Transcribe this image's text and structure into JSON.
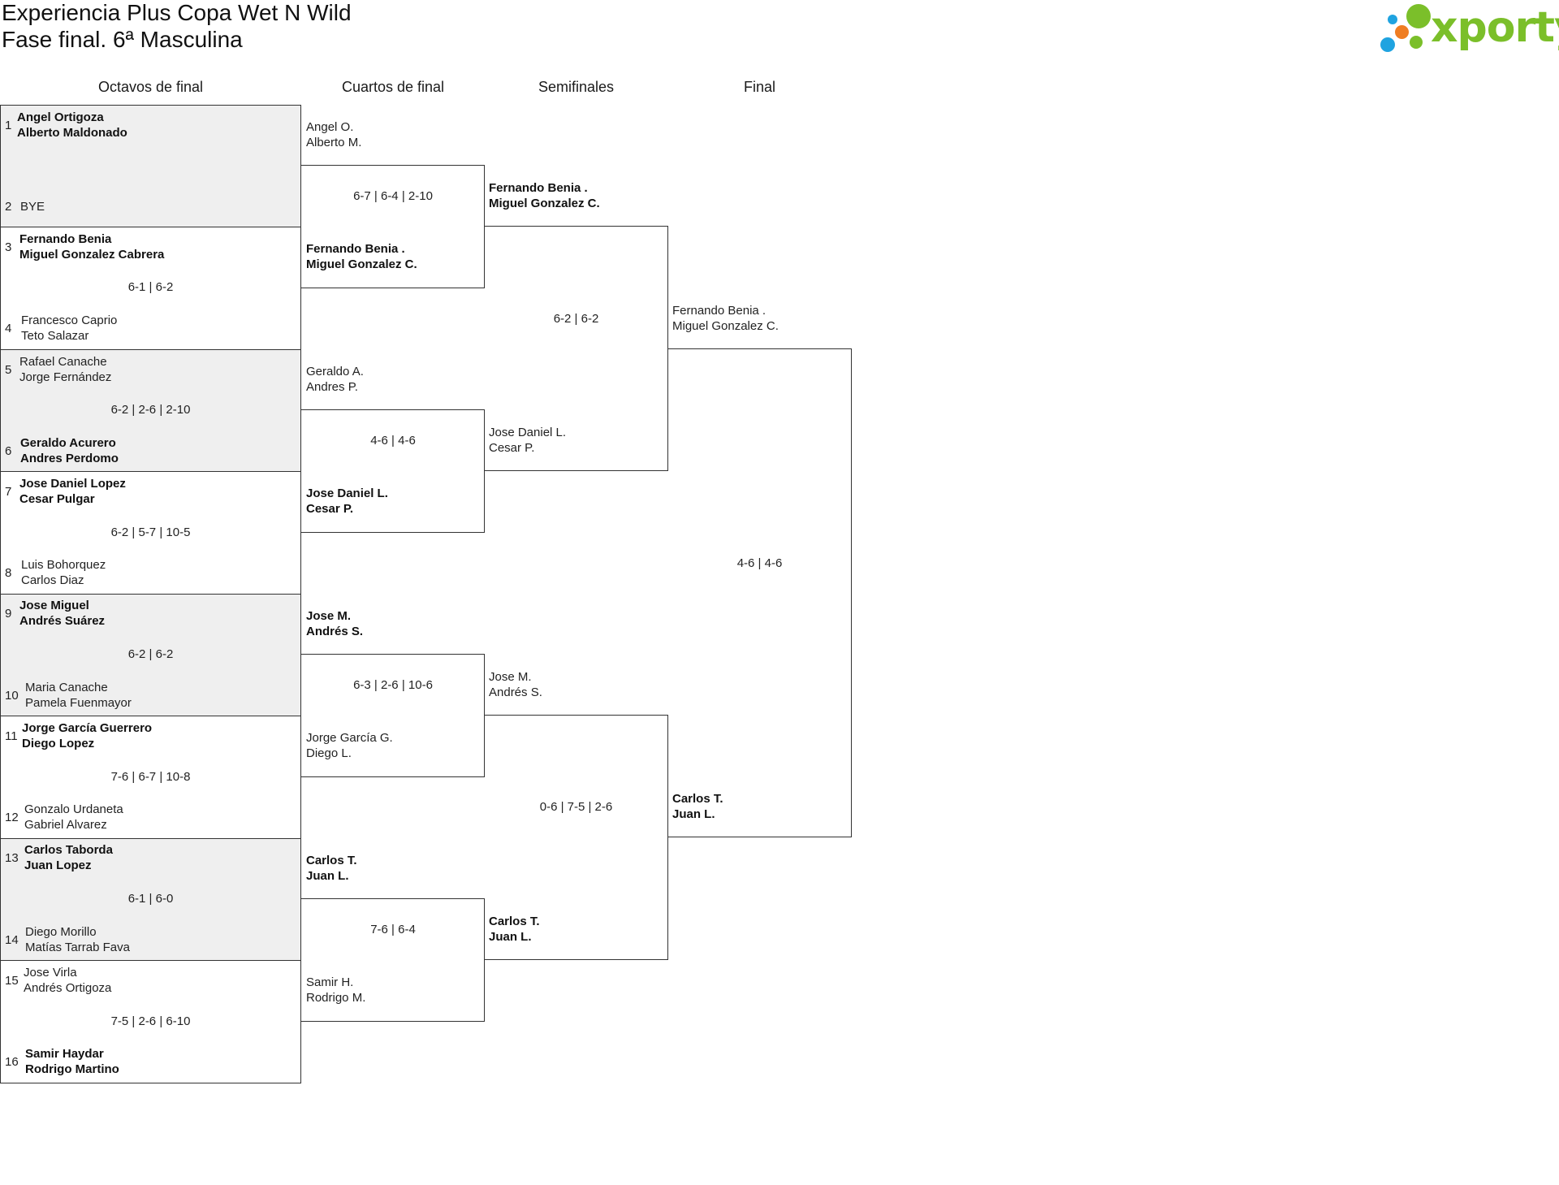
{
  "header": {
    "title_line1": "Experiencia Plus Copa Wet N Wild",
    "title_line2": "Fase final. 6ª Masculina",
    "logo_text": "xporty",
    "logo_colors": {
      "green": "#7bbf2a",
      "blue": "#1fa3e0",
      "orange": "#ef7d22"
    }
  },
  "rounds": {
    "r16": "Octavos de final",
    "qf": "Cuartos de final",
    "sf": "Semifinales",
    "final": "Final"
  },
  "r16": {
    "m1": {
      "seed_a": "1",
      "a1": "Angel Ortigoza",
      "a2": "Alberto Maldonado",
      "seed_b": "2",
      "b1": "BYE"
    },
    "m2": {
      "seed_a": "3",
      "a1": "Fernando Benia",
      "a2": "Miguel Gonzalez Cabrera",
      "score": "6-1 | 6-2",
      "seed_b": "4",
      "b1": "Francesco Caprio",
      "b2": "Teto Salazar"
    },
    "m3": {
      "seed_a": "5",
      "a1": "Rafael Canache",
      "a2": "Jorge Fernández",
      "score": "6-2 | 2-6 | 2-10",
      "seed_b": "6",
      "b1": "Geraldo Acurero",
      "b2": "Andres Perdomo"
    },
    "m4": {
      "seed_a": "7",
      "a1": "Jose Daniel Lopez",
      "a2": "Cesar Pulgar",
      "score": "6-2 | 5-7 | 10-5",
      "seed_b": "8",
      "b1": "Luis Bohorquez",
      "b2": "Carlos Diaz"
    },
    "m5": {
      "seed_a": "9",
      "a1": "Jose Miguel",
      "a2": "Andrés Suárez",
      "score": "6-2 | 6-2",
      "seed_b": "10",
      "b1": "Maria Canache",
      "b2": "Pamela Fuenmayor"
    },
    "m6": {
      "seed_a": "11",
      "a1": "Jorge García Guerrero",
      "a2": "Diego Lopez",
      "score": "7-6 | 6-7 | 10-8",
      "seed_b": "12",
      "b1": "Gonzalo Urdaneta",
      "b2": "Gabriel Alvarez"
    },
    "m7": {
      "seed_a": "13",
      "a1": "Carlos Taborda",
      "a2": "Juan Lopez",
      "score": "6-1 | 6-0",
      "seed_b": "14",
      "b1": "Diego Morillo",
      "b2": "Matías Tarrab Fava"
    },
    "m8": {
      "seed_a": "15",
      "a1": "Jose Virla",
      "a2": "Andrés Ortigoza",
      "score": "7-5 | 2-6 | 6-10",
      "seed_b": "16",
      "b1": "Samir Haydar",
      "b2": "Rodrigo Martino"
    }
  },
  "qf": {
    "m1": {
      "a1": "Angel O.",
      "a2": "Alberto M.",
      "score": "6-7 | 6-4 | 2-10",
      "b1": "Fernando Benia .",
      "b2": "Miguel Gonzalez C."
    },
    "m2": {
      "a1": "Geraldo A.",
      "a2": "Andres P.",
      "score": "4-6 | 4-6",
      "b1": "Jose Daniel L.",
      "b2": "Cesar P."
    },
    "m3": {
      "a1": "Jose M.",
      "a2": "Andrés S.",
      "score": "6-3 | 2-6 | 10-6",
      "b1": "Jorge García G.",
      "b2": "Diego L."
    },
    "m4": {
      "a1": "Carlos T.",
      "a2": "Juan L.",
      "score": "7-6 | 6-4",
      "b1": "Samir H.",
      "b2": "Rodrigo M."
    }
  },
  "sf": {
    "m1": {
      "a1": "Fernando Benia .",
      "a2": "Miguel Gonzalez C.",
      "score": "6-2 | 6-2",
      "b1": "Jose Daniel L.",
      "b2": "Cesar P."
    },
    "m2": {
      "a1": "Jose M.",
      "a2": "Andrés S.",
      "score": "0-6 | 7-5 | 2-6",
      "b1": "Carlos T.",
      "b2": "Juan L."
    }
  },
  "final": {
    "a1": "Fernando Benia .",
    "a2": "Miguel Gonzalez C.",
    "score": "4-6 | 4-6",
    "b1": "Carlos T.",
    "b2": "Juan L."
  }
}
